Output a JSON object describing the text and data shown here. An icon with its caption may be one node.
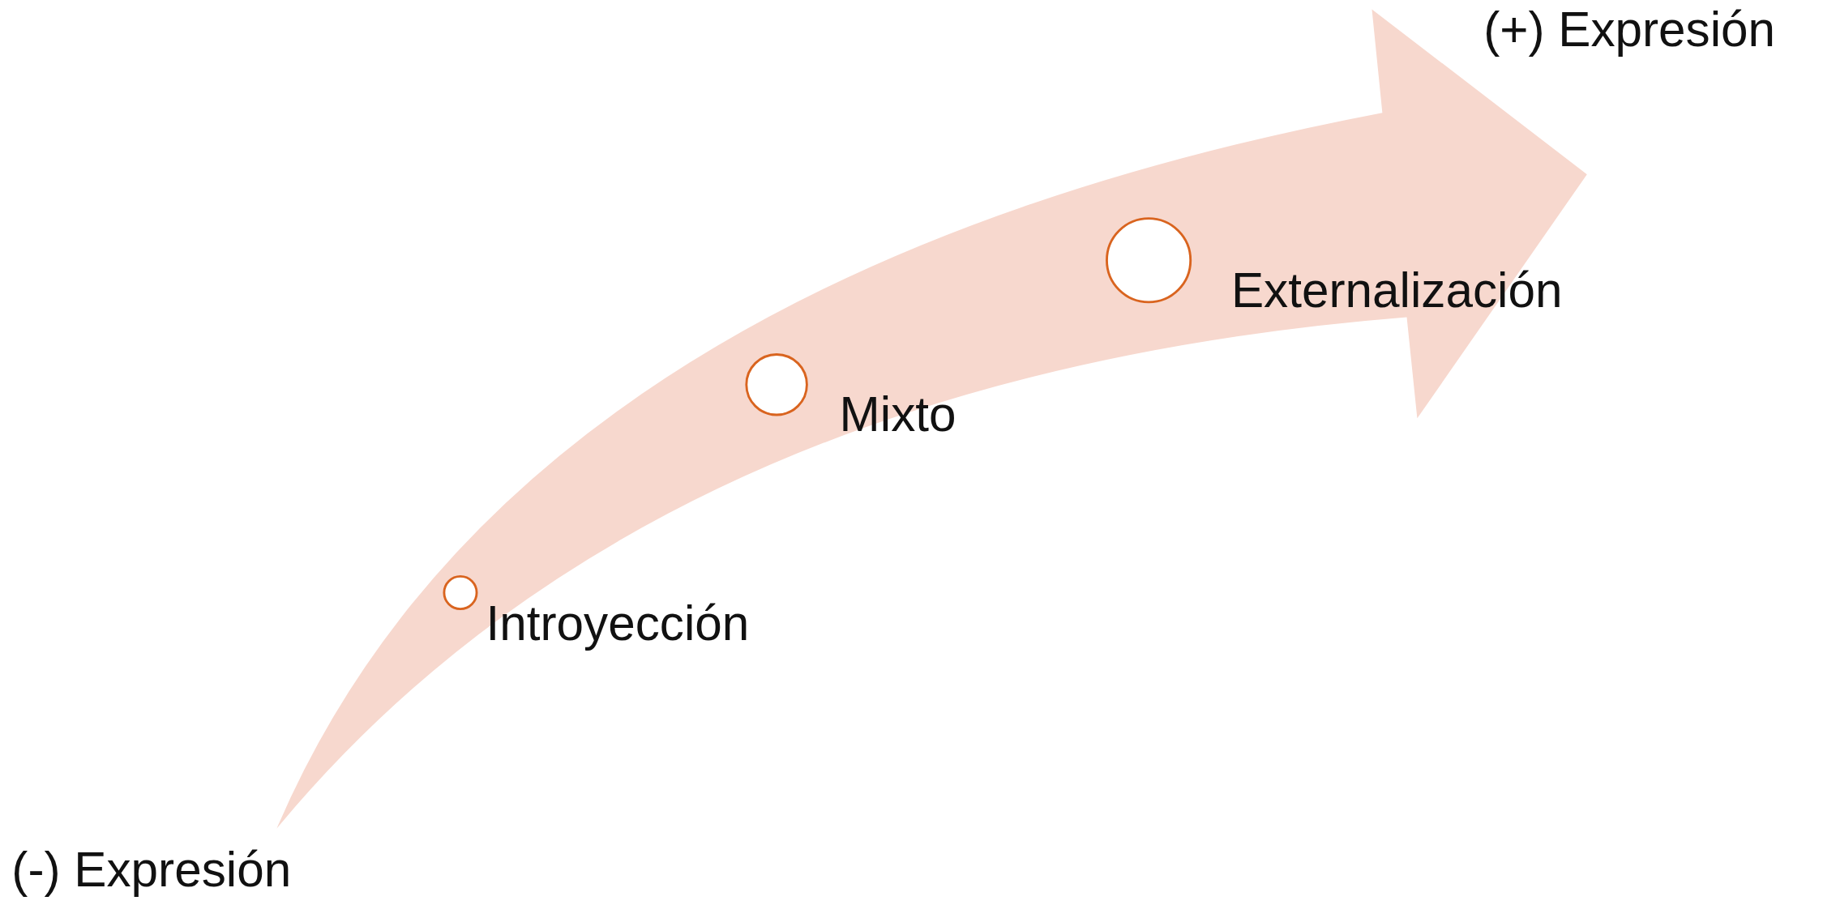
{
  "diagram": {
    "nodes": [
      {
        "text": [],
        "shape": "circle",
        "beside": [
          "Introyección"
        ]
      },
      {
        "text": [],
        "shape": "circle",
        "beside": [
          "Mixto"
        ]
      },
      {
        "text": [],
        "shape": "circle",
        "beside": [
          "Externalización"
        ]
      }
    ],
    "labels": [
      "(+) Expresión",
      "(-) Expresión"
    ]
  }
}
